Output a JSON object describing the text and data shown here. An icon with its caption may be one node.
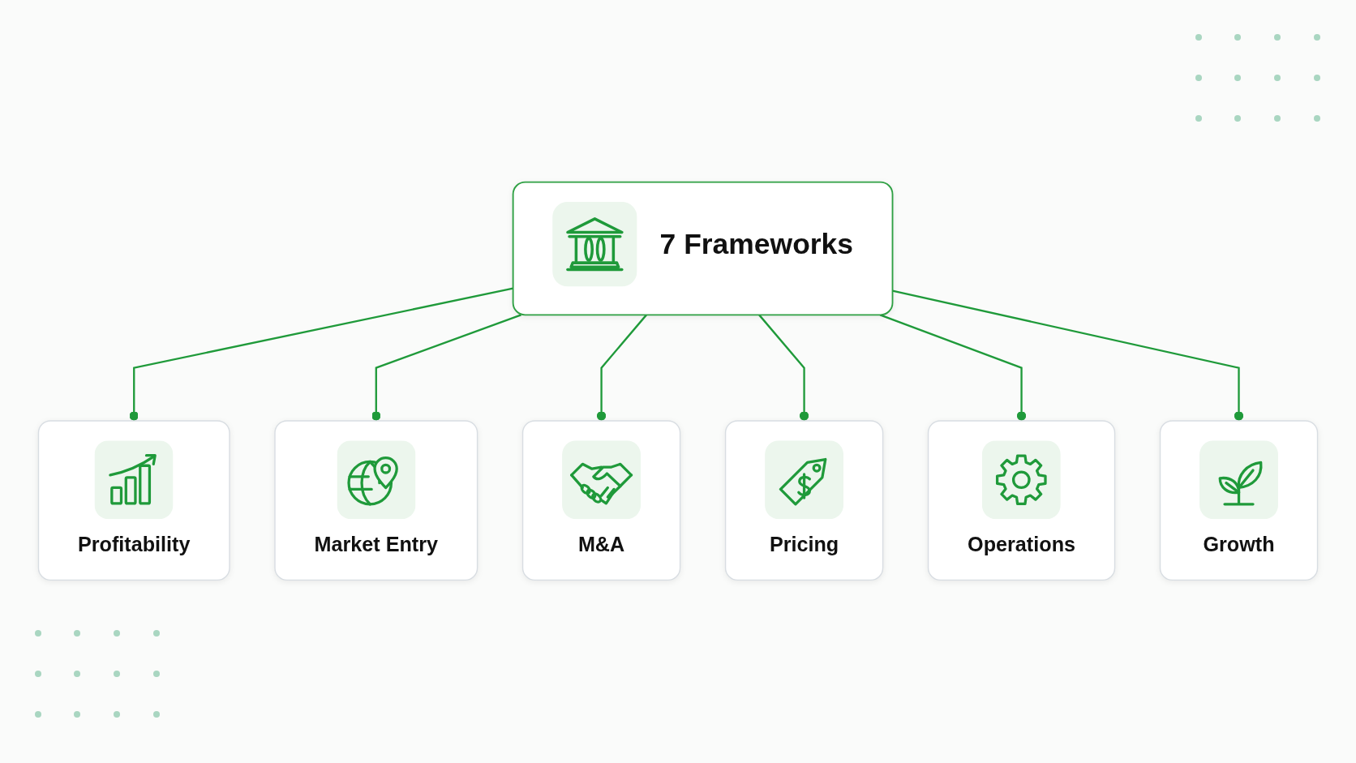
{
  "diagram": {
    "nodes": [
      {
        "text": [
          "Profitability"
        ]
      },
      {
        "text": [
          "Market Entry"
        ]
      },
      {
        "text": [
          "7 Frameworks"
        ]
      },
      {
        "text": [
          "M&A"
        ]
      },
      {
        "text": [
          "Pricing"
        ]
      },
      {
        "text": [
          "Operations"
        ]
      },
      {
        "text": [
          "Growth"
        ]
      }
    ],
    "edges": [
      {
        "from": 2,
        "to": 0,
        "arrow": "other"
      },
      {
        "from": 2,
        "to": 1,
        "arrow": "other"
      },
      {
        "from": 2,
        "to": 3,
        "arrow": "other"
      },
      {
        "from": 2,
        "to": 4,
        "arrow": "other"
      },
      {
        "from": 2,
        "to": 5,
        "arrow": "other"
      },
      {
        "from": 2,
        "to": 6,
        "arrow": "other"
      }
    ]
  }
}
